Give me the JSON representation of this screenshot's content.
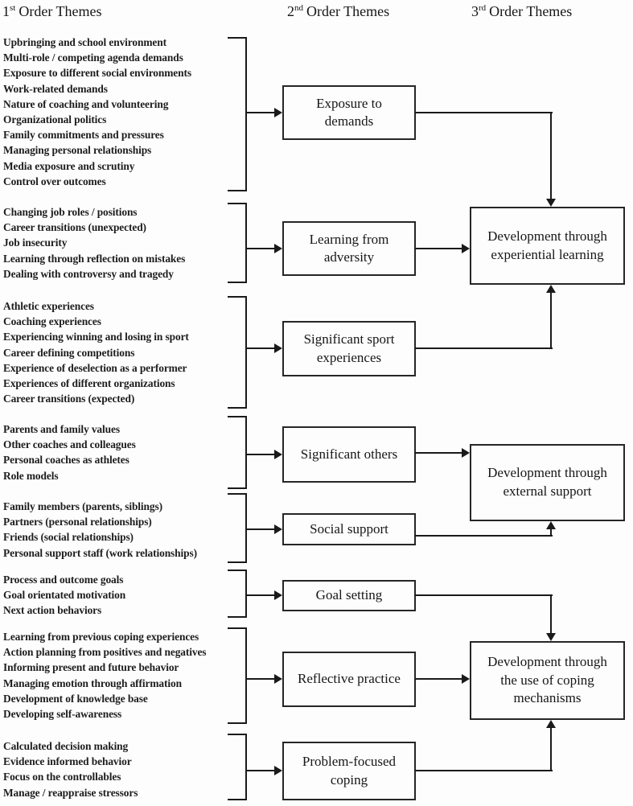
{
  "headers": [
    {
      "num": "1",
      "sup": "st",
      "label": "Order Themes"
    },
    {
      "num": "2",
      "sup": "nd",
      "label": "Order Themes"
    },
    {
      "num": "3",
      "sup": "rd",
      "label": "Order Themes"
    }
  ],
  "colors": {
    "line": "#1a1a1a",
    "box_border": "#262626",
    "text": "#1d1d1d",
    "background": "#fdfdfd"
  },
  "groups": [
    {
      "second_order": "Exposure to demands",
      "items": [
        "Upbringing and school environment",
        "Multi-role / competing agenda demands",
        "Exposure to different social environments",
        "Work-related demands",
        "Nature of coaching and volunteering",
        "Organizational politics",
        "Family commitments and pressures",
        "Managing personal relationships",
        "Media exposure and scrutiny",
        "Control over outcomes"
      ]
    },
    {
      "second_order": "Learning from adversity",
      "items": [
        "Changing job roles / positions",
        "Career transitions (unexpected)",
        "Job insecurity",
        "Learning through reflection on mistakes",
        "Dealing with controversy and tragedy"
      ]
    },
    {
      "second_order": "Significant sport experiences",
      "items": [
        "Athletic experiences",
        "Coaching experiences",
        "Experiencing winning and losing in sport",
        "Career defining competitions",
        "Experience of deselection as a performer",
        "Experiences of different organizations",
        "Career transitions (expected)"
      ]
    },
    {
      "second_order": "Significant others",
      "items": [
        "Parents and family values",
        "Other coaches and colleagues",
        "Personal coaches as athletes",
        "Role models"
      ]
    },
    {
      "second_order": "Social support",
      "items": [
        "Family members (parents, siblings)",
        "Partners (personal relationships)",
        "Friends (social relationships)",
        "Personal support staff (work relationships)"
      ]
    },
    {
      "second_order": "Goal setting",
      "items": [
        "Process and outcome goals",
        "Goal orientated motivation",
        "Next action behaviors"
      ]
    },
    {
      "second_order": "Reflective practice",
      "items": [
        "Learning from previous coping experiences",
        "Action planning from positives and negatives",
        "Informing present and future behavior",
        "Managing emotion through affirmation",
        "Development of knowledge base",
        "Developing self-awareness"
      ]
    },
    {
      "second_order": "Problem-focused coping",
      "items": [
        "Calculated decision making",
        "Evidence informed behavior",
        "Focus on the controllables",
        "Manage / reappraise stressors"
      ]
    }
  ],
  "third_order": [
    {
      "label": "Development through experiential learning"
    },
    {
      "label": "Development through external support"
    },
    {
      "label": "Development through the use of coping mechanisms"
    }
  ]
}
